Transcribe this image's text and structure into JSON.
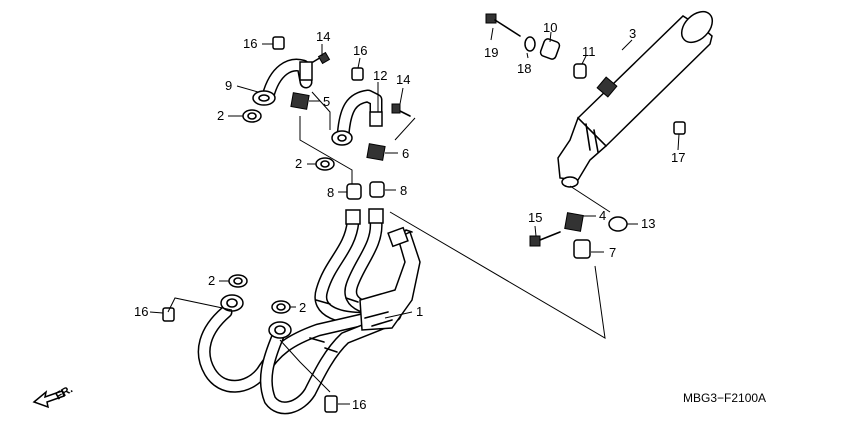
{
  "diagram": {
    "code": "MBG3−F2100A",
    "direction_label": "FR.",
    "callouts": [
      {
        "id": "c16a",
        "text": "16"
      },
      {
        "id": "c14a",
        "text": "14"
      },
      {
        "id": "c9",
        "text": "9"
      },
      {
        "id": "c2a",
        "text": "2"
      },
      {
        "id": "c5",
        "text": "5"
      },
      {
        "id": "c16b",
        "text": "16"
      },
      {
        "id": "c12",
        "text": "12"
      },
      {
        "id": "c14b",
        "text": "14"
      },
      {
        "id": "c6",
        "text": "6"
      },
      {
        "id": "c2b",
        "text": "2"
      },
      {
        "id": "c8a",
        "text": "8"
      },
      {
        "id": "c8b",
        "text": "8"
      },
      {
        "id": "c19",
        "text": "19"
      },
      {
        "id": "c10",
        "text": "10"
      },
      {
        "id": "c18",
        "text": "18"
      },
      {
        "id": "c11",
        "text": "11"
      },
      {
        "id": "c3",
        "text": "3"
      },
      {
        "id": "c17",
        "text": "17"
      },
      {
        "id": "c4",
        "text": "4"
      },
      {
        "id": "c15",
        "text": "15"
      },
      {
        "id": "c13",
        "text": "13"
      },
      {
        "id": "c7",
        "text": "7"
      },
      {
        "id": "c1",
        "text": "1"
      },
      {
        "id": "c2c",
        "text": "2"
      },
      {
        "id": "c2d",
        "text": "2"
      },
      {
        "id": "c16c",
        "text": "16"
      },
      {
        "id": "c16d",
        "text": "16"
      }
    ]
  }
}
